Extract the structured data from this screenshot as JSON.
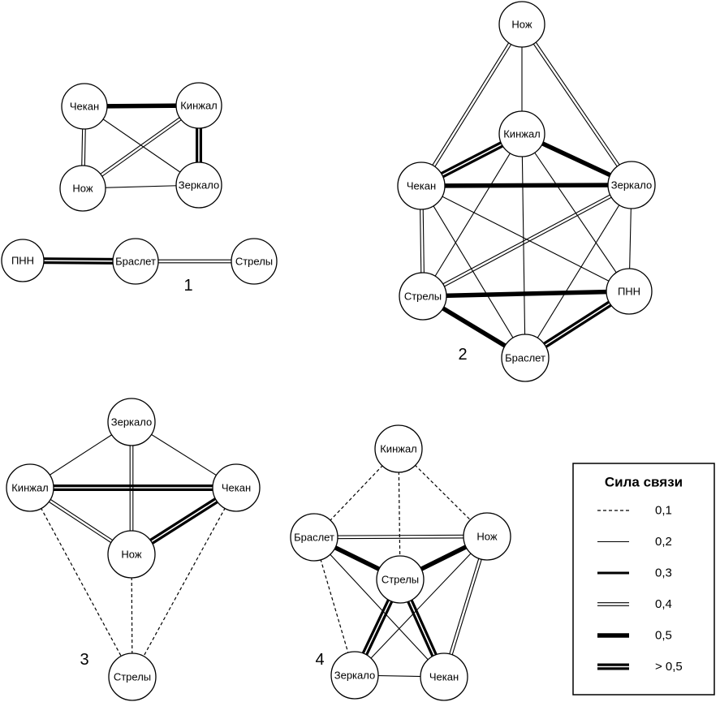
{
  "colors": {
    "line": "#000000",
    "node_fill": "#ffffff",
    "background": "#ffffff"
  },
  "legend": {
    "title": "Сила связи",
    "items": [
      {
        "label": "0,1",
        "style": "dashed"
      },
      {
        "label": "0,2",
        "style": "thin"
      },
      {
        "label": "0,3",
        "style": "medium"
      },
      {
        "label": "0,4",
        "style": "double"
      },
      {
        "label": "0,5",
        "style": "thick"
      },
      {
        "label": "> 0,5",
        "style": "double-thick"
      }
    ]
  },
  "graphs": [
    {
      "label": "1",
      "nodes": [
        "Чекан",
        "Кинжал",
        "Нож",
        "Зеркало",
        "ПНН",
        "Браслет",
        "Стрелы"
      ],
      "edges": [
        {
          "from": "Чекан",
          "to": "Кинжал",
          "strength": "0,5"
        },
        {
          "from": "Чекан",
          "to": "Нож",
          "strength": "0,4"
        },
        {
          "from": "Чекан",
          "to": "Зеркало",
          "strength": "0,2"
        },
        {
          "from": "Кинжал",
          "to": "Нож",
          "strength": "0,4"
        },
        {
          "from": "Кинжал",
          "to": "Зеркало",
          "strength": "> 0,5"
        },
        {
          "from": "Нож",
          "to": "Зеркало",
          "strength": "0,2"
        },
        {
          "from": "ПНН",
          "to": "Браслет",
          "strength": "> 0,5"
        },
        {
          "from": "Браслет",
          "to": "Стрелы",
          "strength": "0,4"
        }
      ]
    },
    {
      "label": "2",
      "nodes": [
        "Нож",
        "Кинжал",
        "Чекан",
        "Зеркало",
        "Стрелы",
        "ПНН",
        "Браслет"
      ],
      "edges": [
        {
          "from": "Нож",
          "to": "Чекан",
          "strength": "0,4"
        },
        {
          "from": "Нож",
          "to": "Кинжал",
          "strength": "0,2"
        },
        {
          "from": "Нож",
          "to": "Зеркало",
          "strength": "0,4"
        },
        {
          "from": "Кинжал",
          "to": "Чекан",
          "strength": "> 0,5"
        },
        {
          "from": "Кинжал",
          "to": "Зеркало",
          "strength": "0,5"
        },
        {
          "from": "Кинжал",
          "to": "Стрелы",
          "strength": "0,2"
        },
        {
          "from": "Кинжал",
          "to": "ПНН",
          "strength": "0,2"
        },
        {
          "from": "Кинжал",
          "to": "Браслет",
          "strength": "0,2"
        },
        {
          "from": "Чекан",
          "to": "Зеркало",
          "strength": "0,5"
        },
        {
          "from": "Чекан",
          "to": "Стрелы",
          "strength": "0,4"
        },
        {
          "from": "Чекан",
          "to": "ПНН",
          "strength": "0,2"
        },
        {
          "from": "Чекан",
          "to": "Браслет",
          "strength": "0,2"
        },
        {
          "from": "Зеркало",
          "to": "Стрелы",
          "strength": "0,4"
        },
        {
          "from": "Зеркало",
          "to": "ПНН",
          "strength": "0,2"
        },
        {
          "from": "Зеркало",
          "to": "Браслет",
          "strength": "0,2"
        },
        {
          "from": "Стрелы",
          "to": "ПНН",
          "strength": "0,5"
        },
        {
          "from": "Стрелы",
          "to": "Браслет",
          "strength": "0,5"
        },
        {
          "from": "ПНН",
          "to": "Браслет",
          "strength": "> 0,5"
        }
      ]
    },
    {
      "label": "3",
      "nodes": [
        "Зеркало",
        "Кинжал",
        "Чекан",
        "Нож",
        "Стрелы"
      ],
      "edges": [
        {
          "from": "Зеркало",
          "to": "Кинжал",
          "strength": "0,2"
        },
        {
          "from": "Зеркало",
          "to": "Чекан",
          "strength": "0,2"
        },
        {
          "from": "Зеркало",
          "to": "Нож",
          "strength": "0,4"
        },
        {
          "from": "Кинжал",
          "to": "Чекан",
          "strength": "> 0,5"
        },
        {
          "from": "Кинжал",
          "to": "Нож",
          "strength": "0,4"
        },
        {
          "from": "Чекан",
          "to": "Нож",
          "strength": "> 0,5"
        },
        {
          "from": "Кинжал",
          "to": "Стрелы",
          "strength": "0,1"
        },
        {
          "from": "Чекан",
          "to": "Стрелы",
          "strength": "0,1"
        },
        {
          "from": "Нож",
          "to": "Стрелы",
          "strength": "0,1"
        }
      ]
    },
    {
      "label": "4",
      "nodes": [
        "Кинжал",
        "Браслет",
        "Нож",
        "Стрелы",
        "Зеркало",
        "Чекан"
      ],
      "edges": [
        {
          "from": "Кинжал",
          "to": "Браслет",
          "strength": "0,1"
        },
        {
          "from": "Кинжал",
          "to": "Нож",
          "strength": "0,1"
        },
        {
          "from": "Кинжал",
          "to": "Стрелы",
          "strength": "0,1"
        },
        {
          "from": "Браслет",
          "to": "Нож",
          "strength": "0,4"
        },
        {
          "from": "Браслет",
          "to": "Стрелы",
          "strength": "0,5"
        },
        {
          "from": "Нож",
          "to": "Стрелы",
          "strength": "0,5"
        },
        {
          "from": "Браслет",
          "to": "Зеркало",
          "strength": "0,1"
        },
        {
          "from": "Браслет",
          "to": "Чекан",
          "strength": "0,2"
        },
        {
          "from": "Нож",
          "to": "Зеркало",
          "strength": "0,2"
        },
        {
          "from": "Нож",
          "to": "Чекан",
          "strength": "0,4"
        },
        {
          "from": "Стрелы",
          "to": "Зеркало",
          "strength": "> 0,5"
        },
        {
          "from": "Стрелы",
          "to": "Чекан",
          "strength": "> 0,5"
        },
        {
          "from": "Зеркало",
          "to": "Чекан",
          "strength": "0,2"
        }
      ]
    }
  ]
}
